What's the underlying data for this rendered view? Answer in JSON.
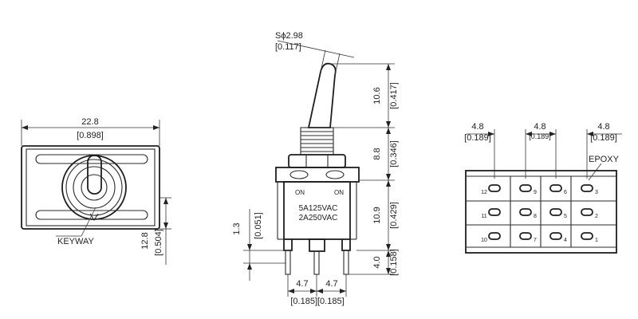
{
  "colors": {
    "ink": "#222222",
    "background": "#ffffff"
  },
  "left_view": {
    "width_mm": "22.8",
    "width_in": "[0.898]",
    "height_mm": "12.8",
    "height_in": "[0.504]",
    "keyway_label": "KEYWAY"
  },
  "side_view": {
    "bushing_dia_mm": "Sϕ2.98",
    "bushing_dia_in": "[0.117]",
    "lever_mm": "10.6",
    "lever_in": "[0.417]",
    "bushing_mm": "8.8",
    "bushing_in": "[0.346]",
    "body_mm": "10.9",
    "body_in": "[0.429]",
    "term_len_mm": "4.0",
    "term_len_in": "[0.158]",
    "small_mm": "1.3",
    "small_in": "[0.051]",
    "pitch_left_mm": "4.7",
    "pitch_right_mm": "4.7",
    "pitch_in": "[0.185][0.185]",
    "on_left": "ON",
    "on_right": "ON",
    "rating_1": "5A125VAC",
    "rating_2": "2A250VAC"
  },
  "bottom_view": {
    "pitch_1_mm": "4.8",
    "pitch_1_in": "[0.189]",
    "pitch_2_mm": "4.8",
    "pitch_2_in": "[0.189]",
    "pitch_3_mm": "4.8",
    "pitch_3_in": "[0.189]",
    "epoxy_label": "EPOXY",
    "pin_numbers": [
      "12",
      "9",
      "6",
      "3",
      "11",
      "8",
      "5",
      "2",
      "10",
      "7",
      "4",
      "1"
    ]
  }
}
